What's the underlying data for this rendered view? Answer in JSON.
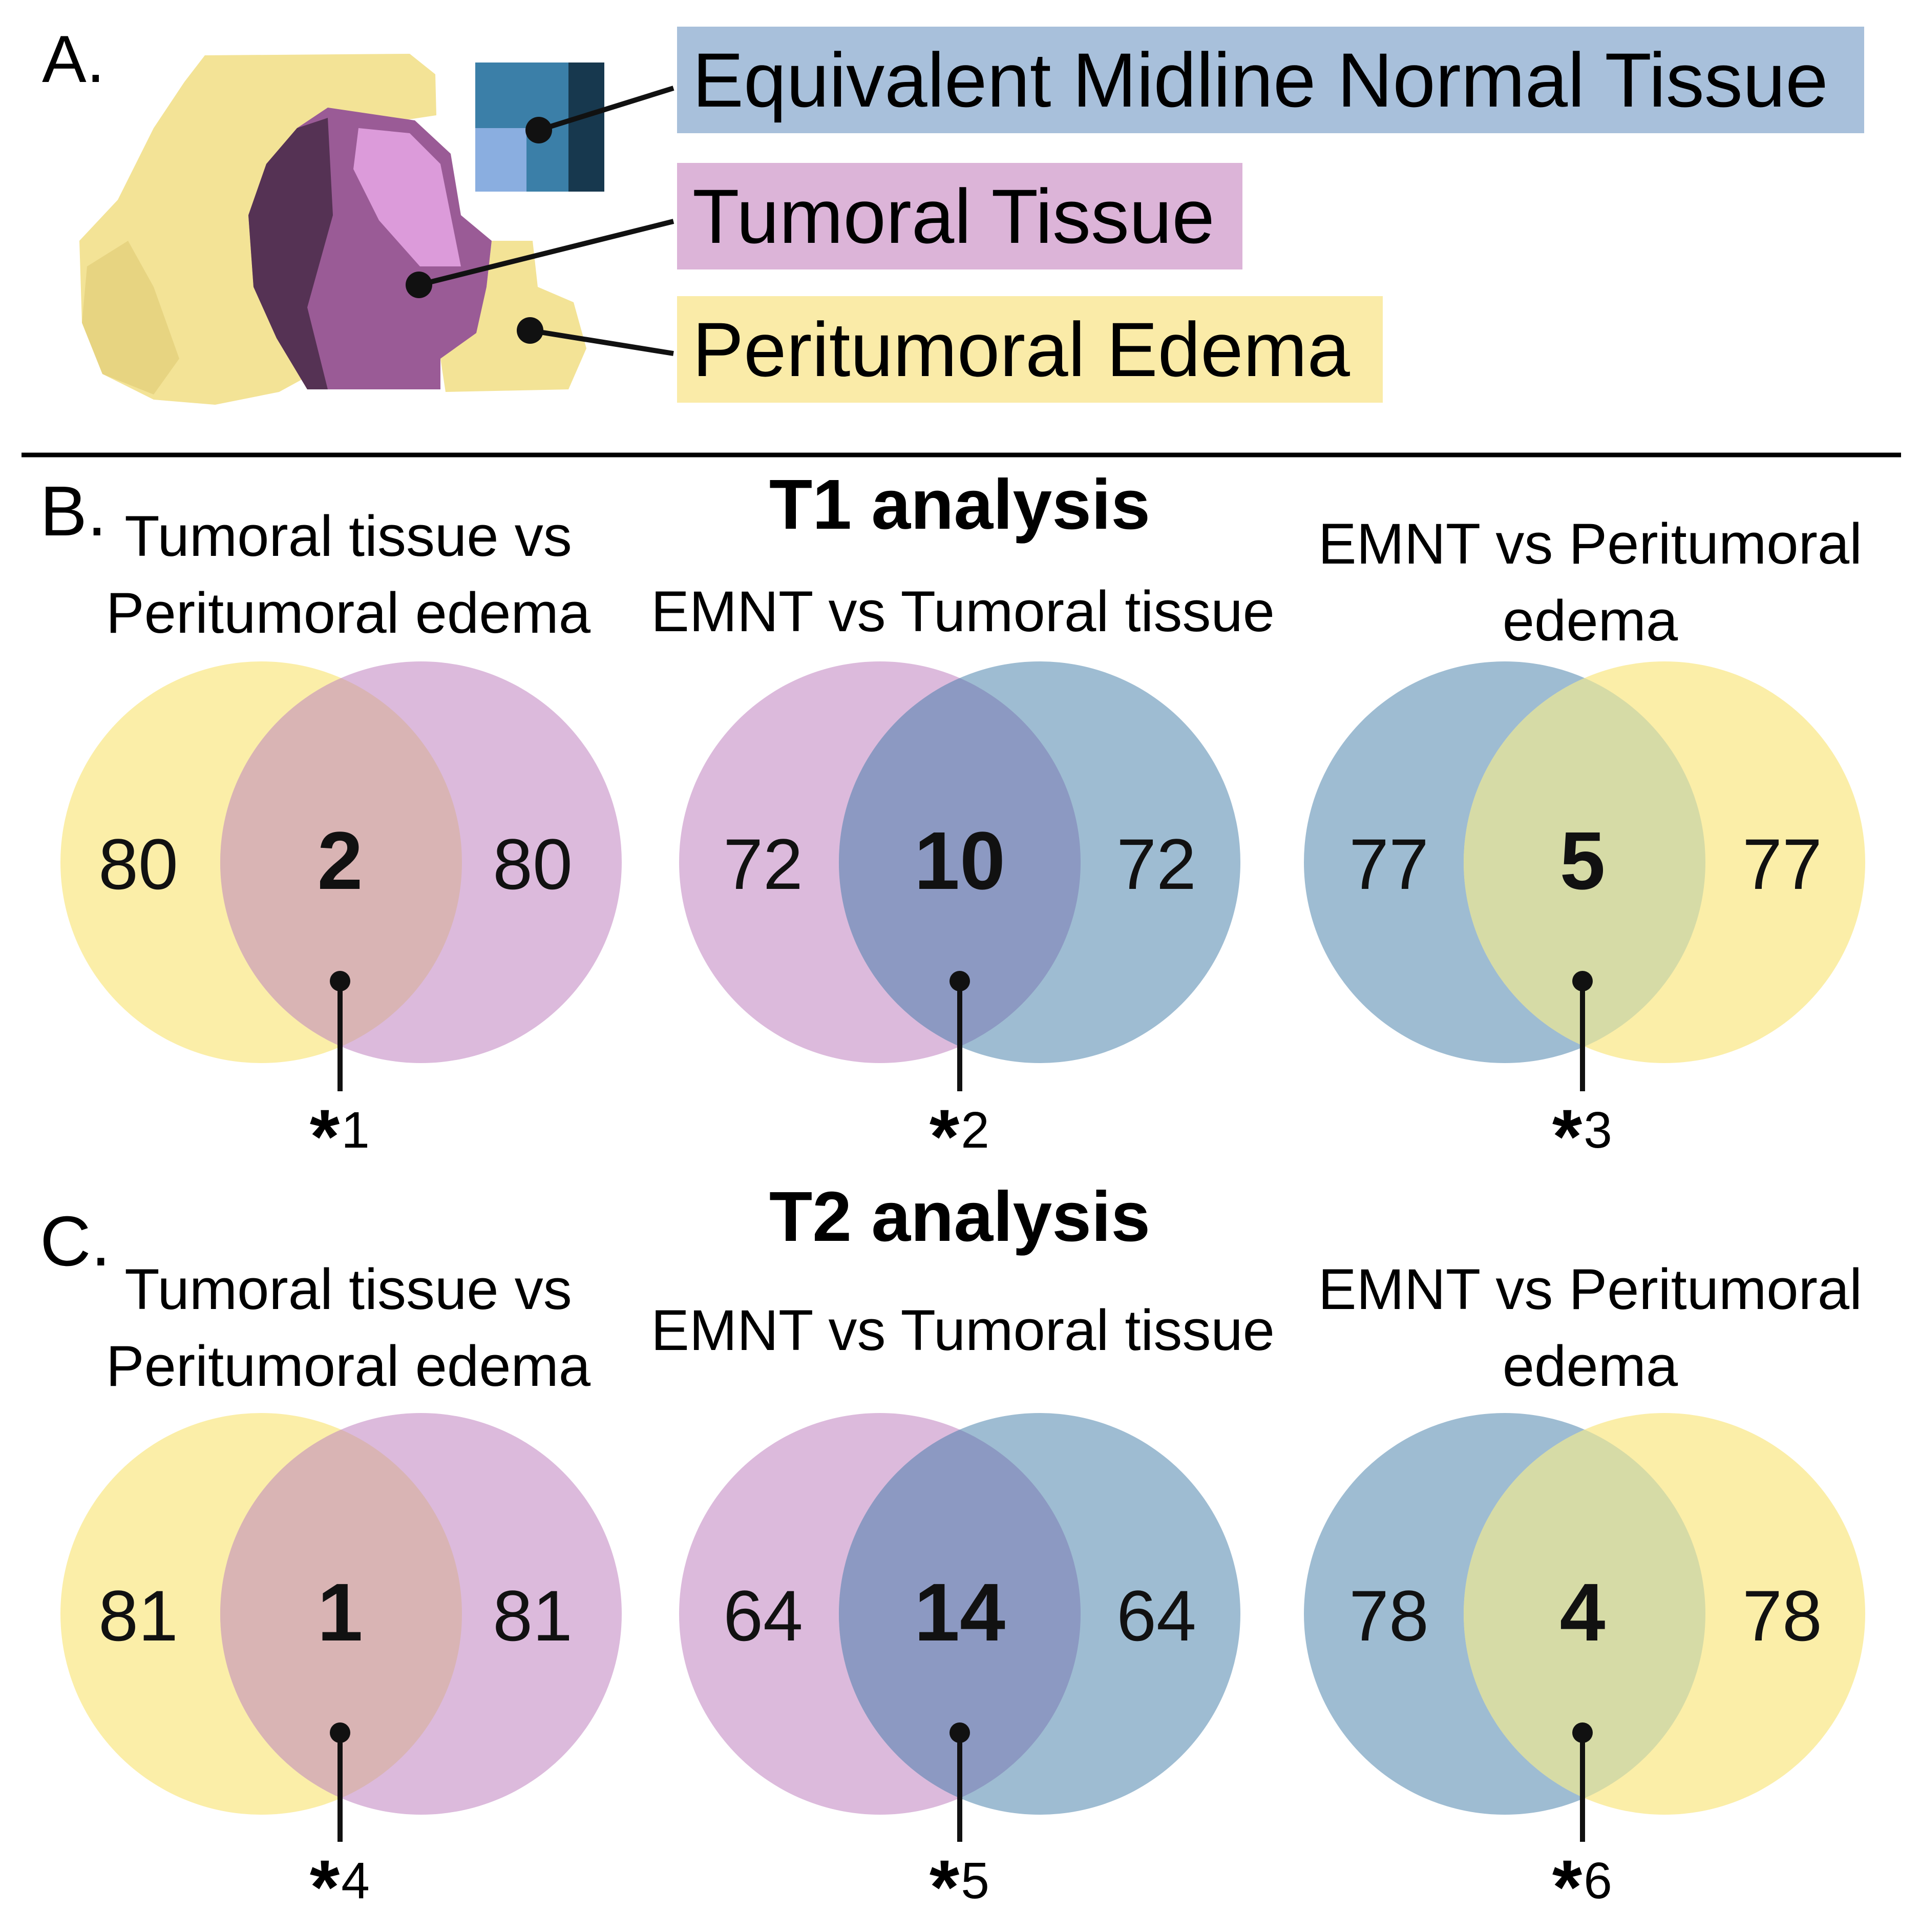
{
  "panel_a": {
    "letter": "A.",
    "legend": [
      {
        "key": "emnt",
        "label": "Equivalent Midline Normal Tissue",
        "color": "#a8c0db"
      },
      {
        "key": "tumor",
        "label": "Tumoral Tissue",
        "color": "#dcb4d8"
      },
      {
        "key": "edema",
        "label": "Peritumoral Edema",
        "color": "#faeba8"
      }
    ]
  },
  "sections": [
    {
      "letter": "B.",
      "title": "T1 analysis",
      "venns": [
        {
          "title_lines": [
            "Tumoral tissue vs",
            "Peritumoral edema"
          ],
          "left_color": "yellow",
          "right_color": "purple",
          "left": "80",
          "overlap": "2",
          "right": "80",
          "note": "1"
        },
        {
          "title_lines": [
            "EMNT vs Tumoral tissue"
          ],
          "left_color": "purple",
          "right_color": "blue",
          "left": "72",
          "overlap": "10",
          "right": "72",
          "note": "2"
        },
        {
          "title_lines": [
            "EMNT vs Peritumoral",
            "edema"
          ],
          "left_color": "blue",
          "right_color": "yellow",
          "left": "77",
          "overlap": "5",
          "right": "77",
          "note": "3"
        }
      ]
    },
    {
      "letter": "C.",
      "title": "T2 analysis",
      "venns": [
        {
          "title_lines": [
            "Tumoral tissue vs",
            "Peritumoral edema"
          ],
          "left_color": "yellow",
          "right_color": "purple",
          "left": "81",
          "overlap": "1",
          "right": "81",
          "note": "4"
        },
        {
          "title_lines": [
            "EMNT vs Tumoral tissue"
          ],
          "left_color": "purple",
          "right_color": "blue",
          "left": "64",
          "overlap": "14",
          "right": "64",
          "note": "5"
        },
        {
          "title_lines": [
            "EMNT vs Peritumoral",
            "edema"
          ],
          "left_color": "blue",
          "right_color": "yellow",
          "left": "78",
          "overlap": "4",
          "right": "78",
          "note": "6"
        }
      ]
    }
  ],
  "colors": {
    "yellow": "#fbeea8",
    "purple": "#dcbadc",
    "blue": "#9ebcd2",
    "overlap_yellow_purple": "#d9b4b4",
    "overlap_purple_blue": "#8c99c2",
    "overlap_blue_yellow": "#d6dba6"
  }
}
